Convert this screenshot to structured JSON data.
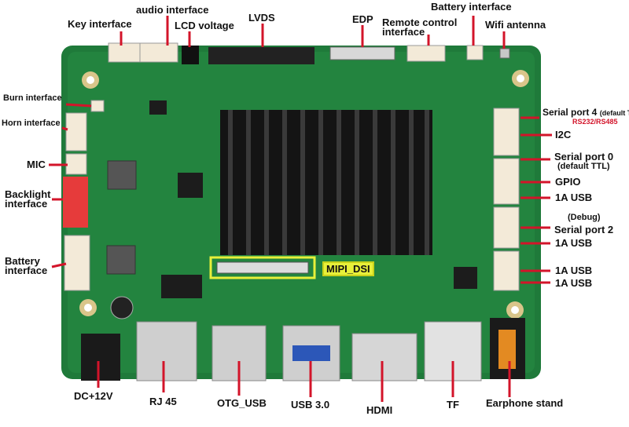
{
  "colors": {
    "board": "#1f7a3a",
    "board_dark": "#145a2a",
    "heatsink": "#141414",
    "arrow": "#d3142a",
    "connector": "#f3ead8",
    "red_connector": "#e63b3b",
    "highlight": "#e8f03a"
  },
  "labels": {
    "key_interface": "Key interface",
    "audio_interface": "audio interface",
    "lcd_voltage": "LCD voltage",
    "lvds": "LVDS",
    "edp": "EDP",
    "remote_control": "Remote control",
    "remote_control_2": "interface",
    "battery_interface_top": "Battery interface",
    "wifi_antenna": "Wifi antenna",
    "burn_interface": "Burn interface",
    "horn_interface": "Horn interface",
    "mic": "MIC",
    "backlight_1": "Backlight",
    "backlight_2": "interface",
    "battery_left_1": "Battery",
    "battery_left_2": "interface",
    "serial4": "Serial port 4",
    "serial4_note": "(default TTL)",
    "serial4_rs": "RS232/RS485",
    "i2c": "I2C",
    "serial0": "Serial port 0",
    "serial0_note": "(default TTL)",
    "gpio": "GPIO",
    "usb_1a_1": "1A  USB",
    "debug": "(Debug)",
    "serial2": "Serial port 2",
    "usb_1a_2": "1A USB",
    "usb_1a_3": "1A USB",
    "usb_1a_4": "1A USB",
    "mipi_dsi": "MIPI_DSI",
    "dc12v": "DC+12V",
    "rj45": "RJ 45",
    "otg_usb": "OTG_USB",
    "usb3": "USB 3.0",
    "hdmi": "HDMI",
    "tf": "TF",
    "earphone": "Earphone stand"
  }
}
